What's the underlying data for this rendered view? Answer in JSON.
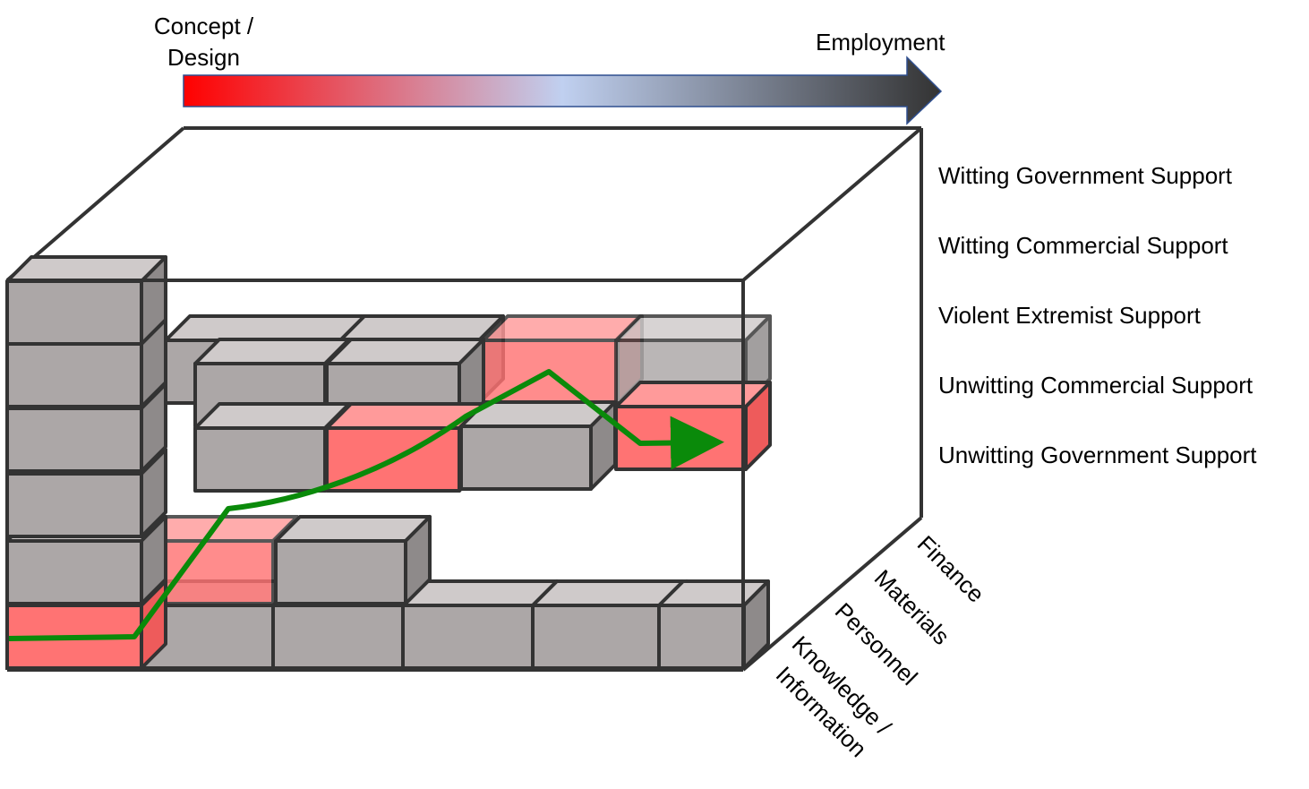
{
  "timeline": {
    "start_label_line1": "Concept /",
    "start_label_line2": "Design",
    "end_label": "Employment",
    "gradient_colors": [
      "#ff0000",
      "#c0d0f0",
      "#333333"
    ]
  },
  "support_rows": [
    "Witting Government Support",
    "Witting Commercial Support",
    "Violent Extremist Support",
    "Unwitting Commercial Support",
    "Unwitting Government Support"
  ],
  "resource_types": [
    "Finance",
    "Materials",
    "Personnel",
    "Knowledge /",
    "Information"
  ],
  "colors": {
    "block_grey": "#aca7a7",
    "block_top": "#cfcaca",
    "block_side": "#8e8a8a",
    "block_red": "#ff7373",
    "path_green": "#0a8a0a",
    "frame": "#333333"
  }
}
